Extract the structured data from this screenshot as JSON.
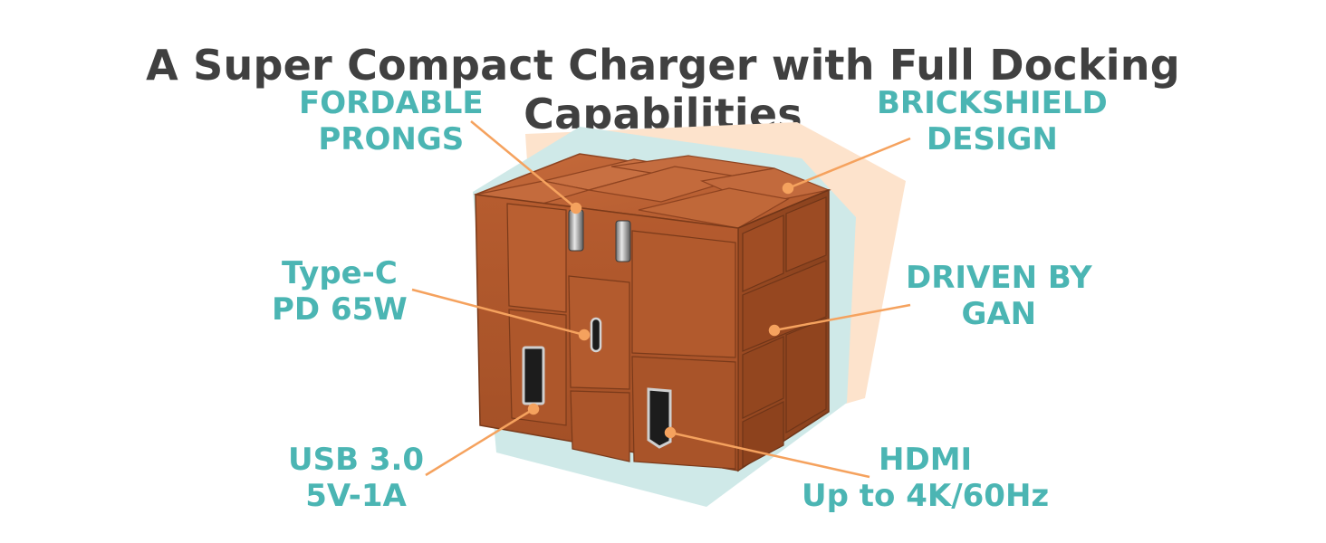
{
  "title": "A Super Compact Charger with Full Docking Capabilities",
  "colors": {
    "title": "#404040",
    "label": "#4bb5b3",
    "leader": "#f5a25e",
    "brick": "#b3582c",
    "teal_bg": "#cfe9e8",
    "peach_bg": "#fde3cc"
  },
  "callouts": {
    "prongs": {
      "line1": "FORDABLE",
      "line2": "PRONGS"
    },
    "brickshield": {
      "line1": "BRICKSHIELD",
      "line2": "DESIGN"
    },
    "typec": {
      "line1": "Type-C",
      "line2": "PD 65W"
    },
    "gan": {
      "line1": "DRIVEN BY",
      "line2": "GAN"
    },
    "usb": {
      "line1": "USB 3.0",
      "line2": "5V-1A"
    },
    "hdmi": {
      "line1": "HDMI",
      "line2": "Up to 4K/60Hz"
    }
  },
  "icons": [
    "usb-a-port-icon",
    "usb-c-port-icon",
    "hdmi-port-icon",
    "prong-icon"
  ]
}
